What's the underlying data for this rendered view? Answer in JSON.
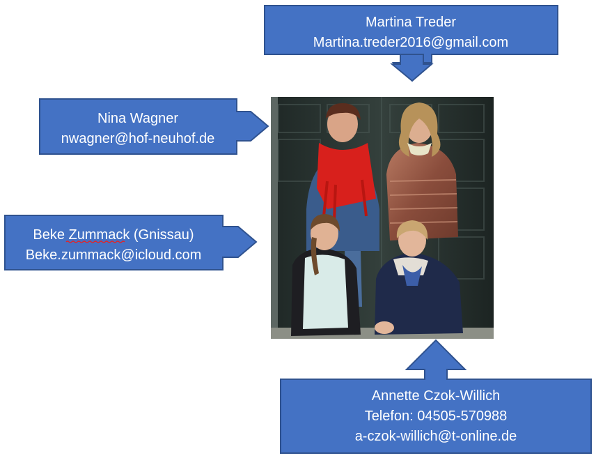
{
  "callouts": {
    "top": {
      "name": "Martina Treder",
      "email": "Martina.treder2016@gmail.com"
    },
    "upper_left": {
      "name": "Nina Wagner",
      "email": "nwagner@hof-neuhof.de"
    },
    "lower_left": {
      "name": "Beke Zummack (Gnissau)",
      "email": "Beke.zummack@icloud.com"
    },
    "bottom": {
      "name": "Annette Czok-Willich",
      "phone": "Telefon: 04505-570988",
      "email": "a-czok-willich@t-online.de"
    }
  },
  "colors": {
    "callout_fill": "#4472c4",
    "callout_border": "#2f528f",
    "callout_text": "#ffffff",
    "photo_background": "#2b3431"
  },
  "photo": {
    "description_icon": "group-photo"
  }
}
